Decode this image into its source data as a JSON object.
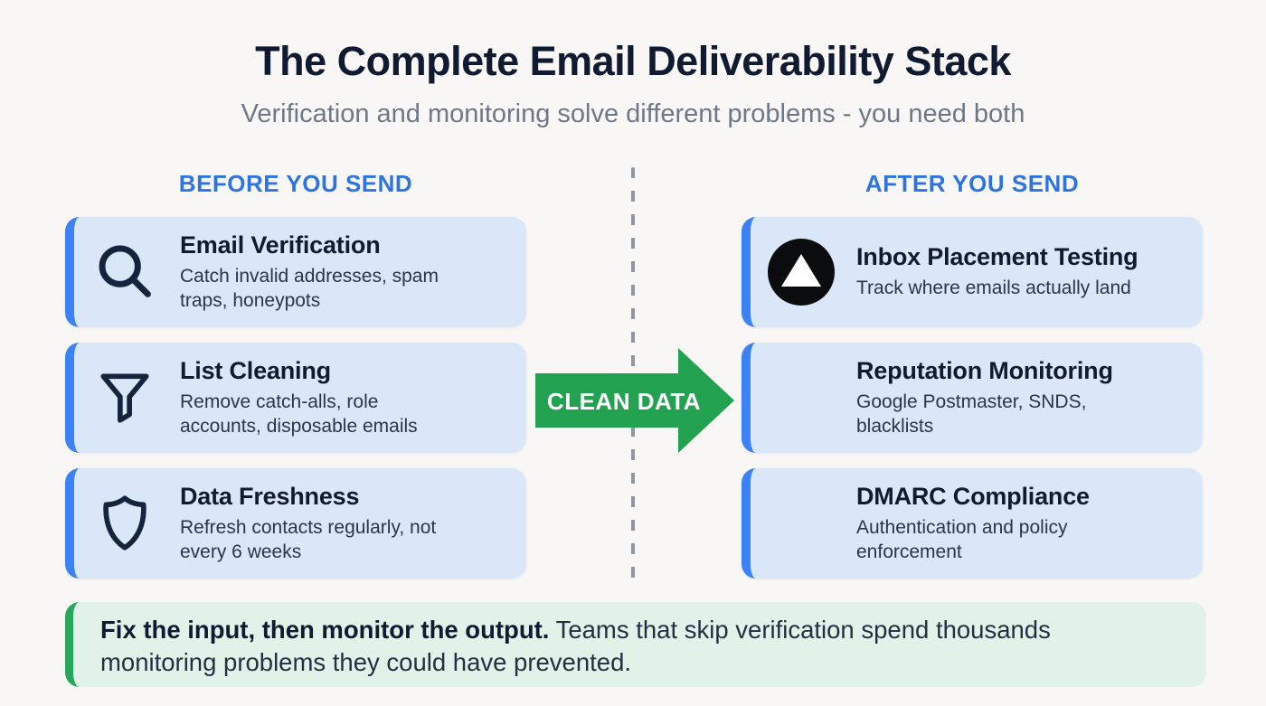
{
  "page": {
    "title": "The Complete Email Deliverability Stack",
    "subtitle": "Verification and monitoring solve different problems - you need both"
  },
  "columns": {
    "left": {
      "header": "BEFORE YOU SEND",
      "cards": [
        {
          "icon": "search-icon",
          "title": "Email Verification",
          "description": [
            "Catch invalid addresses, spam",
            "traps, honeypots"
          ]
        },
        {
          "icon": "funnel-icon",
          "title": "List Cleaning",
          "description": [
            "Remove catch-alls, role",
            "accounts, disposable emails"
          ]
        },
        {
          "icon": "shield-icon",
          "title": "Data Freshness",
          "description": [
            "Refresh contacts regularly, not",
            "every 6 weeks"
          ]
        }
      ]
    },
    "right": {
      "header": "AFTER YOU SEND",
      "cards": [
        {
          "icon": "inbox-placement-icon",
          "title": "Inbox Placement Testing",
          "description": [
            "Track where emails actually land"
          ]
        },
        {
          "icon": null,
          "title": "Reputation Monitoring",
          "description": [
            "Google Postmaster, SNDS,",
            "blacklists"
          ]
        },
        {
          "icon": null,
          "title": "DMARC Compliance",
          "description": [
            "Authentication and policy",
            "enforcement"
          ]
        }
      ]
    }
  },
  "flow": {
    "arrow_label": "CLEAN DATA"
  },
  "footer": {
    "highlight": "Fix the input, then monitor the output.",
    "text": " Teams that skip verification spend thousands monitoring problems they could have prevented."
  },
  "colors": {
    "background": "#f8f7f5",
    "title_navy": "#101b31",
    "subtitle_gray": "#6e7787",
    "header_blue": "#2e74e0",
    "card_bg_blue": "#d9e7f9",
    "card_accent_blue": "#3b82f6",
    "icon_navy": "#16233c",
    "arrow_green": "#22a151",
    "footer_bg_green": "#e1f2e8",
    "footer_accent_green": "#27a85c"
  }
}
